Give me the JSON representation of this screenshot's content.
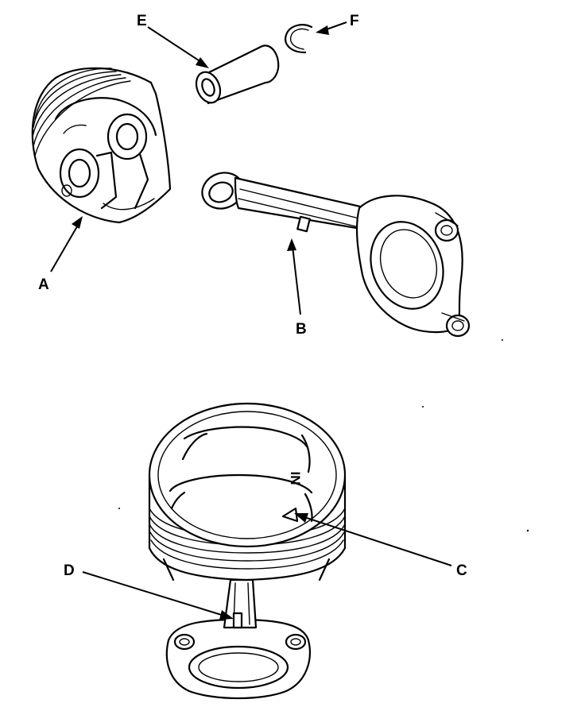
{
  "callouts": {
    "A": "A",
    "B": "B",
    "C": "C",
    "D": "D",
    "E": "E",
    "F": "F"
  },
  "piston_stamp": "IN",
  "components": {
    "A": "piston",
    "B": "connecting-rod",
    "C": "arrow-mark",
    "D": "rod-identification-mark",
    "E": "piston-pin",
    "F": "snap-ring"
  },
  "colors": {
    "ink": "#000000",
    "paper": "#ffffff"
  }
}
